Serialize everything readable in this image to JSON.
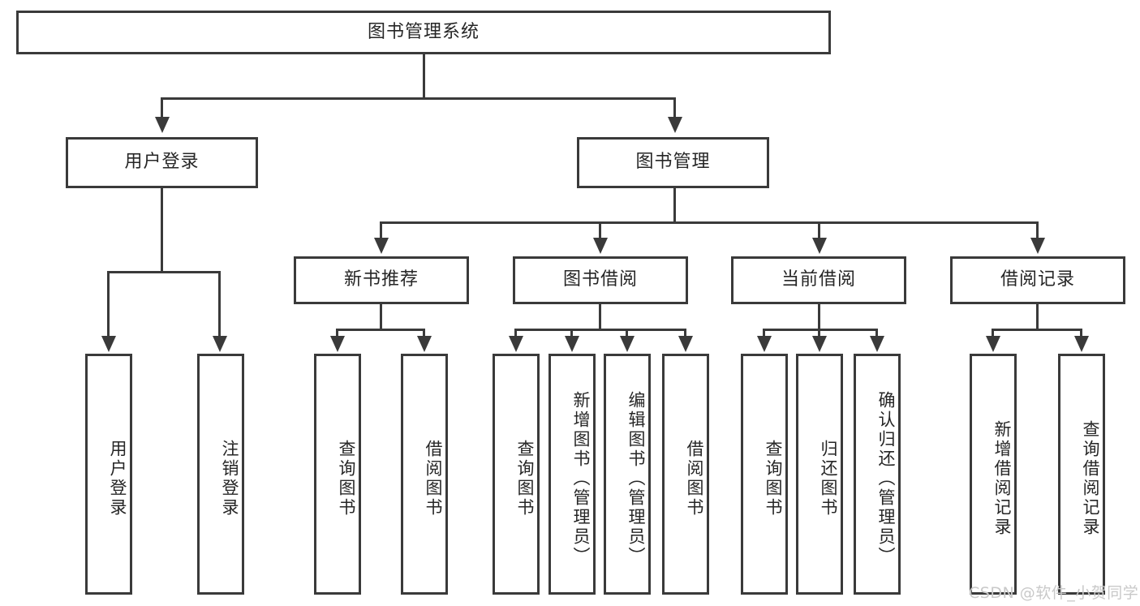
{
  "diagram": {
    "type": "hierarchy-tree",
    "title": "图书管理系统",
    "root": {
      "label": "图书管理系统"
    },
    "level2": [
      {
        "id": "user-login",
        "label": "用户登录"
      },
      {
        "id": "book-management",
        "label": "图书管理"
      }
    ],
    "level3": [
      {
        "id": "new-book-recommend",
        "label": "新书推荐",
        "parent": "book-management"
      },
      {
        "id": "book-borrow",
        "label": "图书借阅",
        "parent": "book-management"
      },
      {
        "id": "current-borrow",
        "label": "当前借阅",
        "parent": "book-management"
      },
      {
        "id": "borrow-record",
        "label": "借阅记录",
        "parent": "book-management"
      }
    ],
    "leaves": [
      {
        "id": "leaf-user-login",
        "label": "用户登录",
        "parent": "user-login"
      },
      {
        "id": "leaf-user-logout",
        "label": "注销登录",
        "parent": "user-login"
      },
      {
        "id": "leaf-query-book-1",
        "label": "查询图书",
        "parent": "new-book-recommend"
      },
      {
        "id": "leaf-borrow-book-1",
        "label": "借阅图书",
        "parent": "new-book-recommend"
      },
      {
        "id": "leaf-query-book-2",
        "label": "查询图书",
        "parent": "book-borrow"
      },
      {
        "id": "leaf-add-book",
        "label": "新增图书（管理员）",
        "parent": "book-borrow"
      },
      {
        "id": "leaf-edit-book",
        "label": "编辑图书（管理员）",
        "parent": "book-borrow"
      },
      {
        "id": "leaf-borrow-book-2",
        "label": "借阅图书",
        "parent": "book-borrow"
      },
      {
        "id": "leaf-query-book-3",
        "label": "查询图书",
        "parent": "current-borrow"
      },
      {
        "id": "leaf-return-book",
        "label": "归还图书",
        "parent": "current-borrow"
      },
      {
        "id": "leaf-confirm-return",
        "label": "确认归还（管理员）",
        "parent": "current-borrow"
      },
      {
        "id": "leaf-add-record",
        "label": "新增借阅记录",
        "parent": "borrow-record"
      },
      {
        "id": "leaf-query-record",
        "label": "查询借阅记录",
        "parent": "borrow-record"
      }
    ]
  },
  "watermark": {
    "text": "CSDN @软件_小贺同学"
  },
  "colors": {
    "stroke": "#3a3a3a",
    "text": "#262626",
    "background": "#ffffff",
    "watermark": "#c9c9c9"
  }
}
